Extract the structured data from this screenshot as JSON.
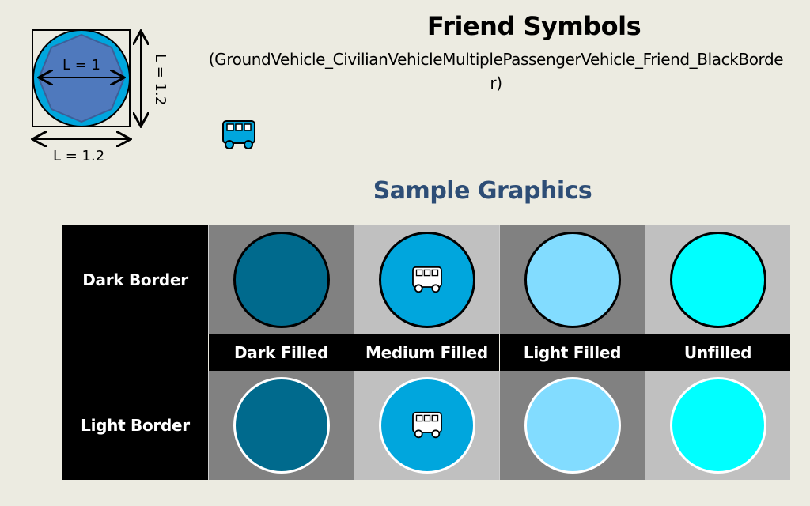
{
  "header": {
    "title": "Friend Symbols",
    "subtitle": "(GroundVehicle_CivilianVehicleMultiplePassengerVehicle_Friend_BlackBorder)"
  },
  "geometry": {
    "inner_label": "L = 1",
    "width_label": "L = 1.2",
    "height_label": "L = 1.2"
  },
  "icon": {
    "name": "bus-icon",
    "color": "#00a6dd"
  },
  "section_title": "Sample Graphics",
  "table": {
    "row_headers": [
      "Dark Border",
      "Light Border"
    ],
    "column_headers": [
      "Dark Filled",
      "Medium Filled",
      "Light Filled",
      "Unfilled"
    ],
    "colors": {
      "dark_filled": "#006a8d",
      "medium_filled": "#00a6dd",
      "light_filled": "#82dcff",
      "unfilled": "#00ffff",
      "cell_dark": "#818181",
      "cell_light": "#c0c0c0"
    }
  }
}
